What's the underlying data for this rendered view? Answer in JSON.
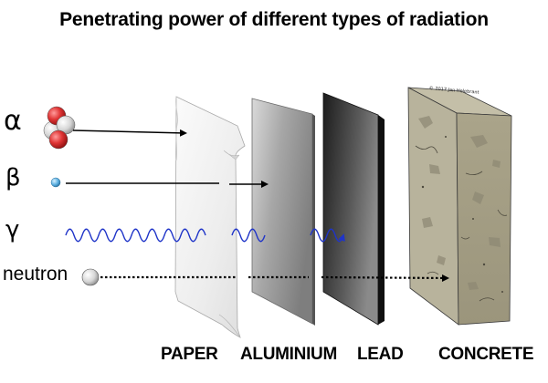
{
  "title": "Penetrating power of different types of radiation",
  "radiation": {
    "alpha": "α",
    "beta": "β",
    "gamma": "γ",
    "neutron": "neutron"
  },
  "materials": {
    "paper": "PAPER",
    "aluminium": "ALUMINIUM",
    "lead": "LEAD",
    "concrete": "CONCRETE"
  },
  "copyright": "© 2017 Jan Helebrant"
}
